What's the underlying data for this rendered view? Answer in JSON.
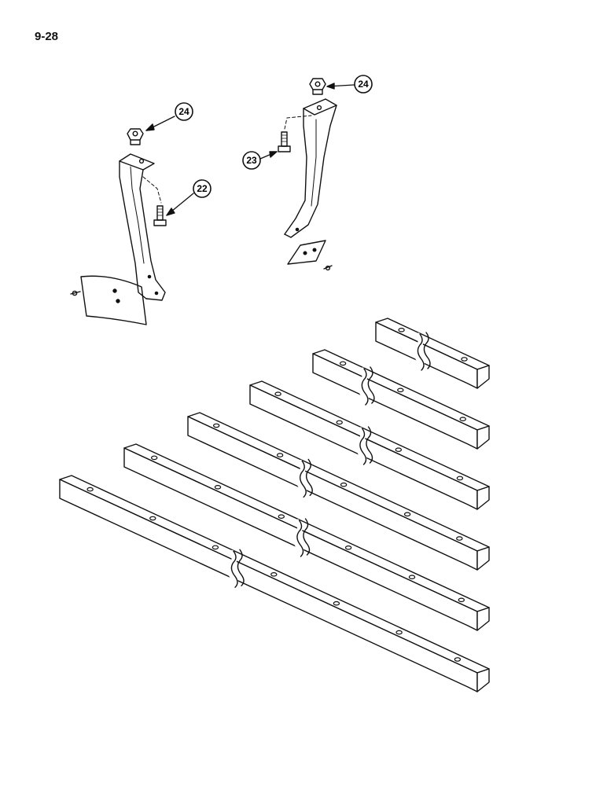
{
  "page_number": "9-28",
  "callouts": [
    "24",
    "22",
    "24",
    "23"
  ],
  "colors": {
    "ink": "#111111",
    "paper": "#ffffff"
  }
}
